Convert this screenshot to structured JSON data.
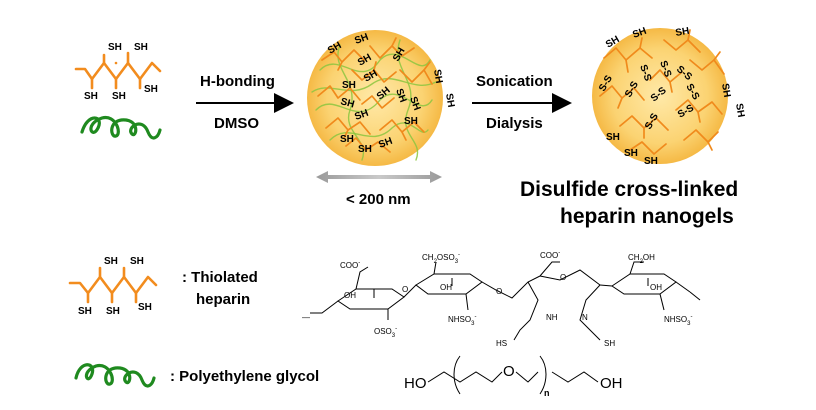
{
  "step1": {
    "arrow_top_label": "H-bonding",
    "arrow_bottom_label": "DMSO"
  },
  "step2": {
    "arrow_top_label": "Sonication",
    "arrow_bottom_label": "Dialysis"
  },
  "size_label": "< 200 nm",
  "product_title_line1": "Disulfide cross-linked",
  "product_title_line2": "heparin nanogels",
  "thiol_group": "SH",
  "disulfide_group": "S-S",
  "legend": {
    "thiolated_line1": ": Thiolated",
    "thiolated_line2": "heparin",
    "peg_label": ":  Polyethylene glycol"
  },
  "heparin_structure": {
    "coo_1": "COO",
    "oh_1": "OH",
    "oso3_1": "OSO",
    "ch2oso3": "CH",
    "oh_2": "OH",
    "nhso3_1": "NHSO",
    "coo_2": "COO",
    "nh_1": "NH",
    "hs_1": "HS",
    "nh_2": "N",
    "sh_1": "SH",
    "ch2oh": "CH",
    "oh_3": "OH",
    "nhso3_2": "NHSO",
    "o_link": "O",
    "sub_2": "2",
    "sub_3": "3",
    "minus": "-",
    "dash": "—"
  },
  "peg_structure": {
    "ho_left": "HO",
    "o_middle": "O",
    "n_sub": "n",
    "oh_right": "OH"
  },
  "colors": {
    "heparin_chain": "#f28c1e",
    "peg_chain": "#1f8a1f",
    "particle_core": "#f9c85e",
    "size_arrow": "#8a8a8a"
  }
}
